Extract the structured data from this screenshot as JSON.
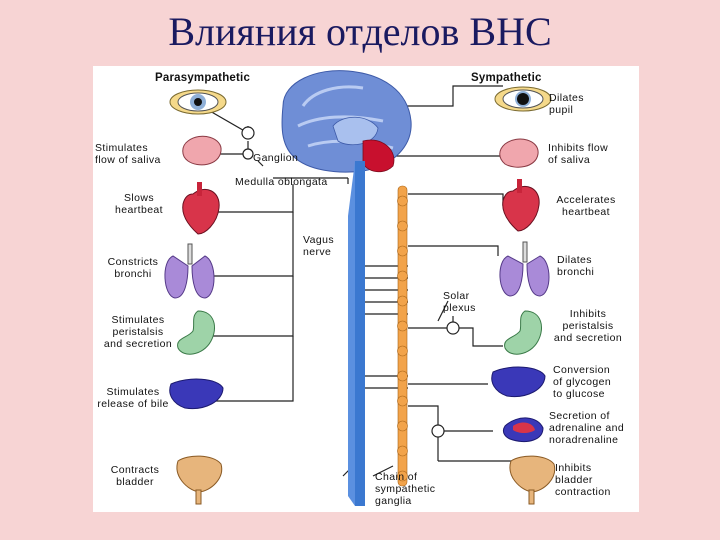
{
  "slide_title": "Влияния отделов ВНС",
  "headers": {
    "parasympathetic": "Parasympathetic",
    "sympathetic": "Sympathetic"
  },
  "brain_labels": {
    "ganglion": "Ganglion",
    "medulla": "Medulla oblongata",
    "vagus": "Vagus\nnerve",
    "solar": "Solar\nplexus",
    "chain": "Chain of\nsympathetic\nganglia"
  },
  "parasympathetic_effects": [
    {
      "organ": "eye",
      "text": ""
    },
    {
      "organ": "salivary-gland",
      "text": "Stimulates\nflow of saliva"
    },
    {
      "organ": "heart",
      "text": "Slows\nheartbeat"
    },
    {
      "organ": "lungs",
      "text": "Constricts\nbronchi"
    },
    {
      "organ": "stomach",
      "text": "Stimulates\nperistalsis\nand secretion"
    },
    {
      "organ": "liver",
      "text": "Stimulates\nrelease of bile"
    },
    {
      "organ": "bladder",
      "text": "Contracts\nbladder"
    }
  ],
  "sympathetic_effects": [
    {
      "organ": "eye",
      "text": "Dilates\npupil"
    },
    {
      "organ": "salivary-gland",
      "text": "Inhibits flow\nof saliva"
    },
    {
      "organ": "heart",
      "text": "Accelerates\nheartbeat"
    },
    {
      "organ": "lungs",
      "text": "Dilates\nbronchi"
    },
    {
      "organ": "stomach",
      "text": "Inhibits\nperistalsis\nand secretion"
    },
    {
      "organ": "liver",
      "text": "Conversion\nof glycogen\nto glucose"
    },
    {
      "organ": "adrenal-kidney",
      "text": "Secretion of\nadrenaline and\nnoradrenaline"
    },
    {
      "organ": "bladder",
      "text": "Inhibits\nbladder\ncontraction"
    }
  ],
  "colors": {
    "background": "#f7d4d4",
    "title": "#1a1a60",
    "brain": "#6f8ed6",
    "brain_light": "#a9c0ee",
    "cerebellum": "#c8102e",
    "spinal_cord": "#3b78d0",
    "sympathetic_chain": "#f2a34a",
    "nerve_lines": "#222222",
    "heart": "#d8344a",
    "lungs": "#a98ad8",
    "stomach": "#9ed3a8",
    "liver": "#3a38b8",
    "bladder": "#e7b57c",
    "gland": "#f0a6ad",
    "eye_iris": "#8fb0d8",
    "eye_skin": "#f5d98a"
  }
}
